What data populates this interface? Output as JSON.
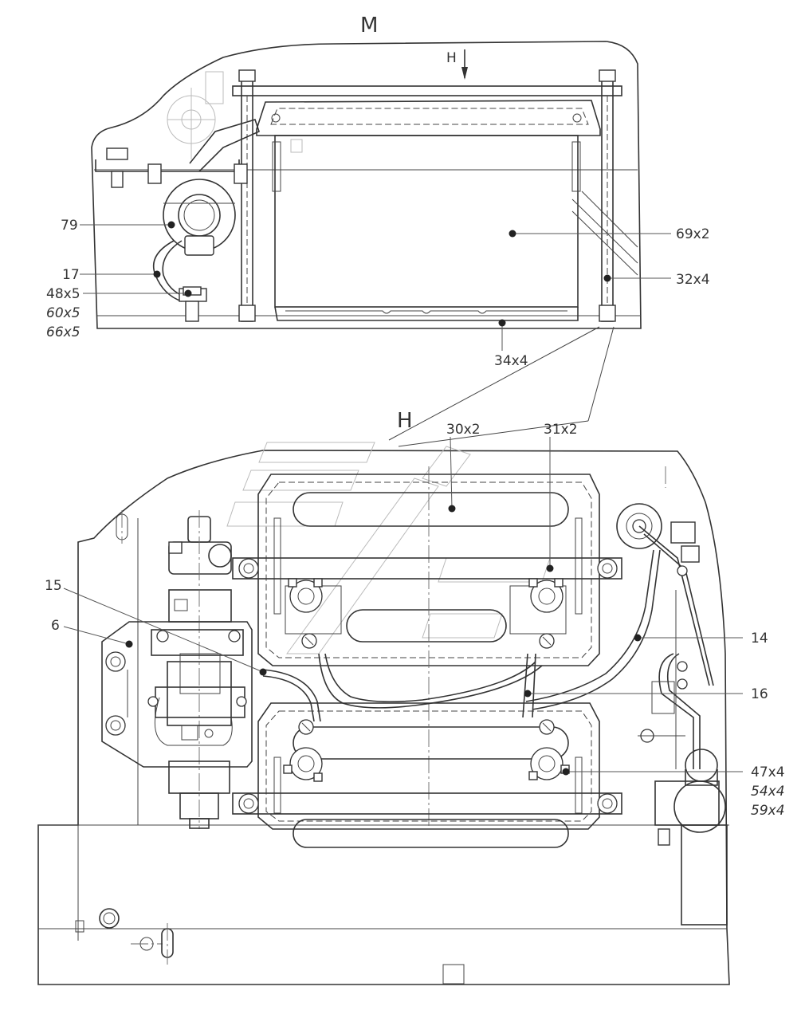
{
  "views": {
    "top": "M",
    "section": "H",
    "arrow": "H"
  },
  "callouts": {
    "c79": "79",
    "c17": "17",
    "c48": "48x5",
    "c60": "60x5",
    "c66": "66x5",
    "c69": "69x2",
    "c32": "32x4",
    "c34": "34x4",
    "c30": "30x2",
    "c31": "31x2",
    "c15": "15",
    "c6": "6",
    "c14": "14",
    "c16": "16",
    "c47": "47x4",
    "c54": "54x4",
    "c59": "59x4"
  }
}
